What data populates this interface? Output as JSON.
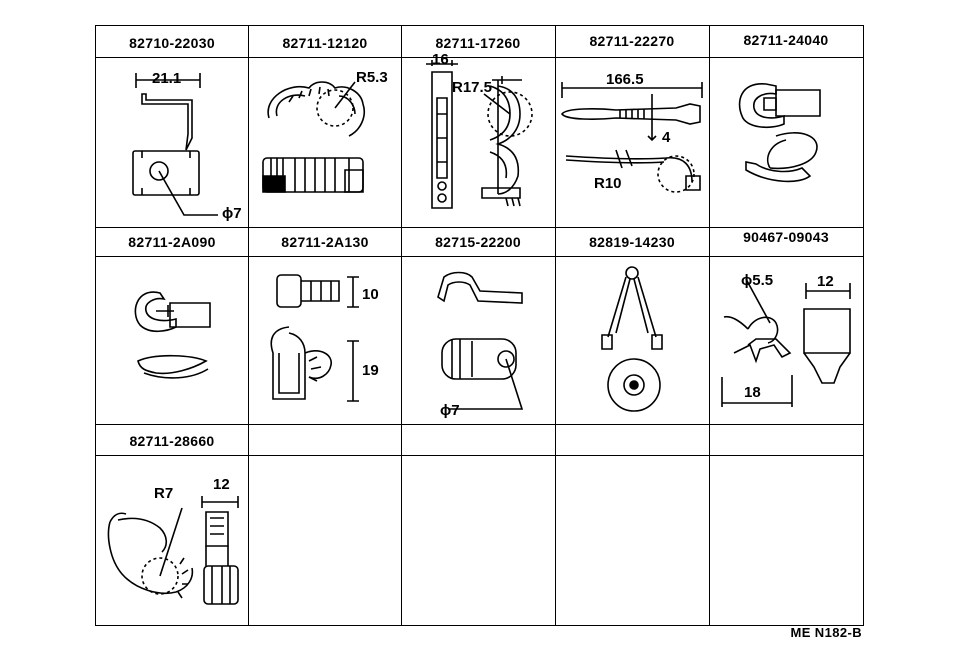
{
  "cells": [
    {
      "part_number": "82710-22030",
      "dims": [
        "21.1",
        "ϕ7"
      ]
    },
    {
      "part_number": "82711-12120",
      "dims": [
        "R5.3"
      ]
    },
    {
      "part_number": "82711-17260",
      "dims": [
        "16",
        "R17.5"
      ]
    },
    {
      "part_number": "82711-22270",
      "dims": [
        "166.5",
        "4",
        "R10"
      ]
    },
    {
      "part_number": "82711-24040",
      "dims": []
    },
    {
      "part_number": "82711-2A090",
      "dims": []
    },
    {
      "part_number": "82711-2A130",
      "dims": [
        "10",
        "19"
      ]
    },
    {
      "part_number": "82715-22200",
      "dims": [
        "ϕ7"
      ]
    },
    {
      "part_number": "82819-14230",
      "dims": []
    },
    {
      "part_number": "90467-09043",
      "dims": [
        "ϕ5.5",
        "12",
        "18"
      ]
    },
    {
      "part_number": "82711-28660",
      "dims": [
        "R7",
        "12"
      ]
    }
  ],
  "footer": {
    "code": "ME  N182-B"
  }
}
